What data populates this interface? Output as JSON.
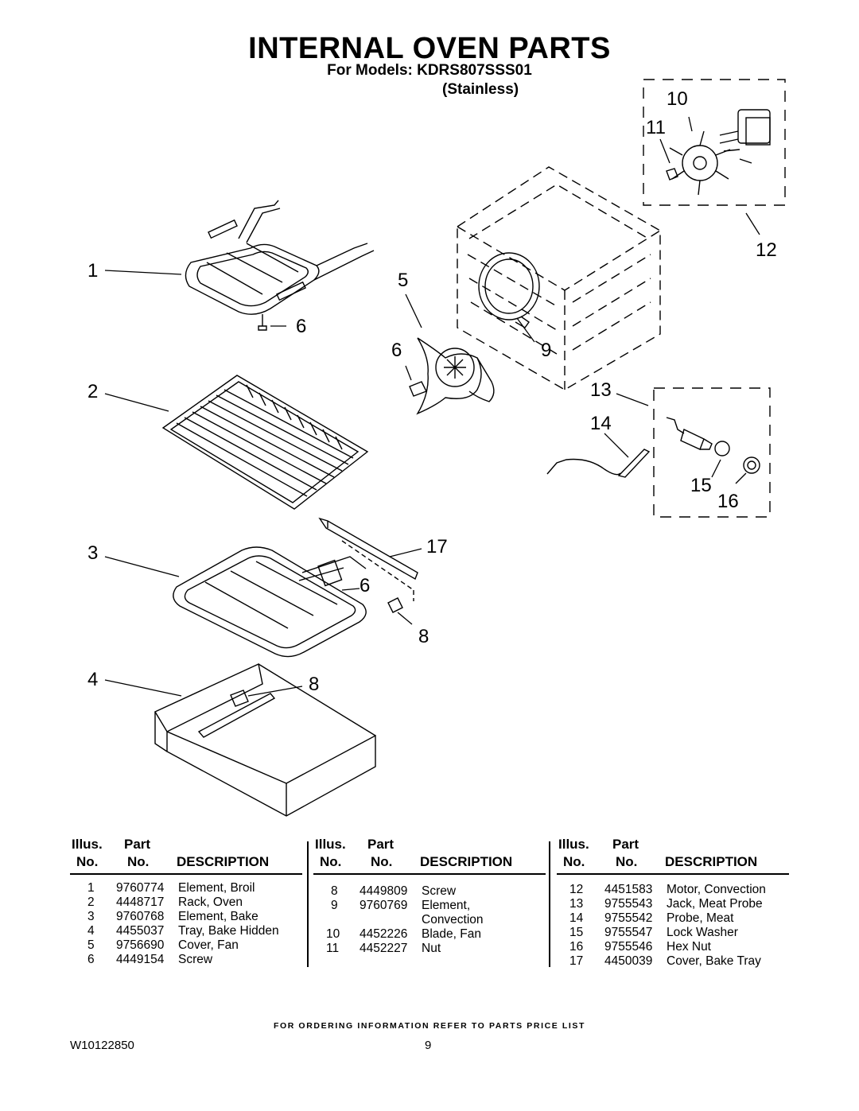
{
  "header": {
    "title": "INTERNAL OVEN PARTS",
    "models_line": "For Models: KDRS807SSS01",
    "variant": "(Stainless)"
  },
  "callouts": [
    "1",
    "2",
    "3",
    "4",
    "5",
    "6",
    "6",
    "6",
    "8",
    "8",
    "9",
    "10",
    "11",
    "12",
    "13",
    "14",
    "15",
    "16",
    "17"
  ],
  "table": {
    "headers": {
      "illus": "Illus.",
      "part": "Part",
      "no": "No.",
      "description": "DESCRIPTION"
    },
    "columns": [
      {
        "rows": [
          {
            "illus": "1",
            "part": "9760774",
            "desc": "Element, Broil"
          },
          {
            "illus": "2",
            "part": "4448717",
            "desc": "Rack, Oven"
          },
          {
            "illus": "3",
            "part": "9760768",
            "desc": "Element, Bake"
          },
          {
            "illus": "4",
            "part": "4455037",
            "desc": "Tray, Bake Hidden"
          },
          {
            "illus": "5",
            "part": "9756690",
            "desc": "Cover, Fan"
          },
          {
            "illus": "6",
            "part": "4449154",
            "desc": "Screw"
          }
        ]
      },
      {
        "rows": [
          {
            "illus": "8",
            "part": "4449809",
            "desc": "Screw"
          },
          {
            "illus": "9",
            "part": "9760769",
            "desc": "Element,"
          },
          {
            "illus": "",
            "part": "",
            "desc": "Convection"
          },
          {
            "illus": "10",
            "part": "4452226",
            "desc": "Blade, Fan"
          },
          {
            "illus": "11",
            "part": "4452227",
            "desc": "Nut"
          }
        ]
      },
      {
        "rows": [
          {
            "illus": "12",
            "part": "4451583",
            "desc": "Motor, Convection"
          },
          {
            "illus": "13",
            "part": "9755543",
            "desc": "Jack, Meat Probe"
          },
          {
            "illus": "14",
            "part": "9755542",
            "desc": "Probe, Meat"
          },
          {
            "illus": "15",
            "part": "9755547",
            "desc": "Lock Washer"
          },
          {
            "illus": "16",
            "part": "9755546",
            "desc": "Hex Nut"
          },
          {
            "illus": "17",
            "part": "4450039",
            "desc": "Cover, Bake Tray"
          }
        ]
      }
    ]
  },
  "footer": {
    "ordering_note": "FOR ORDERING INFORMATION REFER TO PARTS PRICE LIST",
    "doc_number": "W10122850",
    "page_number": "9"
  }
}
